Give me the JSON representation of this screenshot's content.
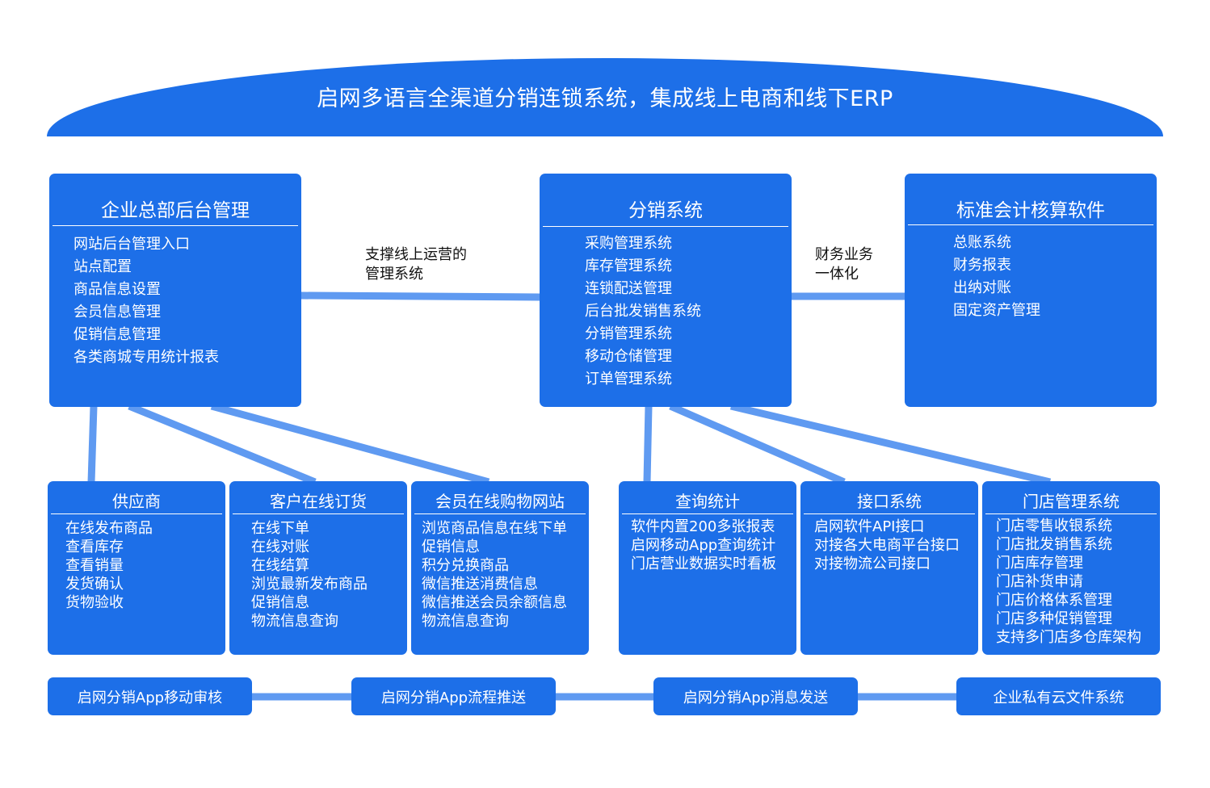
{
  "colors": {
    "box": "#1d6fe8",
    "connector": "#5f9af1",
    "text": "#ffffff",
    "label_text": "#111111"
  },
  "banner": {
    "title": "启网多语言全渠道分销连锁系统，集成线上电商和线下ERP"
  },
  "top_boxes": [
    {
      "title": "企业总部后台管理",
      "items": [
        "网站后台管理入口",
        "站点配置",
        "商品信息设置",
        "会员信息管理",
        "促销信息管理",
        "各类商城专用统计报表"
      ]
    },
    {
      "title": "分销系统",
      "items": [
        "采购管理系统",
        "库存管理系统",
        "连锁配送管理",
        "后台批发销售系统",
        "分销管理系统",
        "移动仓储管理",
        "订单管理系统"
      ]
    },
    {
      "title": "标准会计核算软件",
      "items": [
        "总账系统",
        "财务报表",
        "出纳对账",
        "固定资产管理"
      ]
    }
  ],
  "connector_labels": {
    "left": [
      "支撑线上运营的",
      "管理系统"
    ],
    "right": [
      "财务业务",
      "一体化"
    ]
  },
  "bottom_boxes": [
    {
      "title": "供应商",
      "items": [
        "在线发布商品",
        "查看库存",
        "查看销量",
        "发货确认",
        "货物验收"
      ]
    },
    {
      "title": "客户在线订货",
      "items": [
        "在线下单",
        "在线对账",
        "在线结算",
        "浏览最新发布商品",
        "促销信息",
        "物流信息查询"
      ]
    },
    {
      "title": "会员在线购物网站",
      "items": [
        "浏览商品信息在线下单",
        "促销信息",
        "积分兑换商品",
        "微信推送消费信息",
        "微信推送会员余额信息",
        "物流信息查询"
      ]
    },
    {
      "title": "查询统计",
      "items": [
        "软件内置200多张报表",
        "启网移动App查询统计",
        "门店营业数据实时看板"
      ]
    },
    {
      "title": "接口系统",
      "items": [
        "启网软件API接口",
        "对接各大电商平台接口",
        "对接物流公司接口"
      ]
    },
    {
      "title": "门店管理系统",
      "items": [
        "门店零售收银系统",
        "门店批发销售系统",
        "门店库存管理",
        "门店补货申请",
        "门店价格体系管理",
        "门店多种促销管理",
        "支持多门店多仓库架构"
      ]
    }
  ],
  "footer_pills": [
    "启网分销App移动审核",
    "启网分销App流程推送",
    "启网分销App消息发送",
    "企业私有云文件系统"
  ]
}
